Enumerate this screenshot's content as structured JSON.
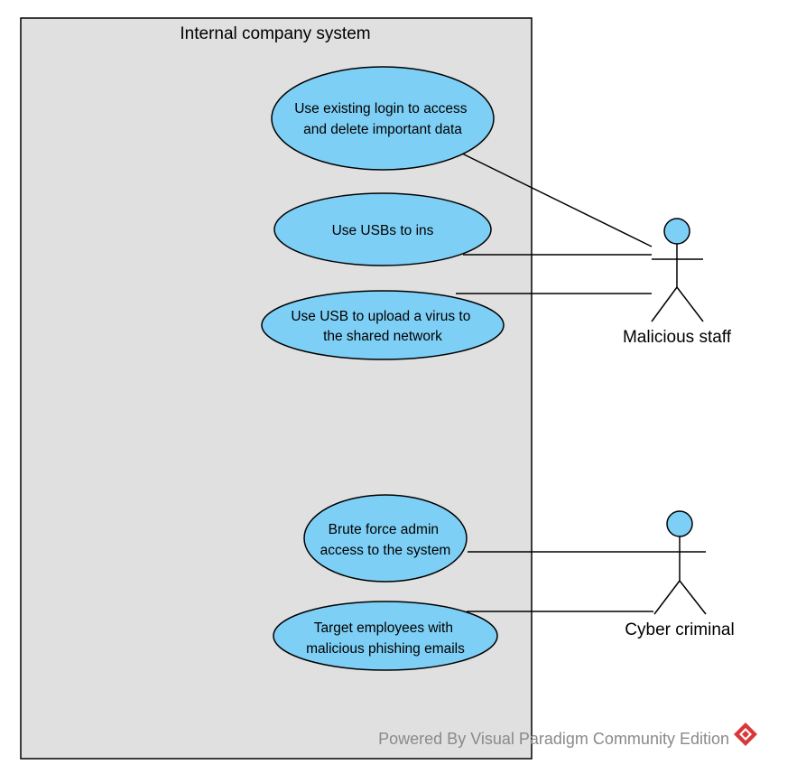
{
  "system": {
    "title": "Internal company system",
    "fill_color": "#e0e0e0"
  },
  "use_cases": [
    {
      "id": "uc1",
      "lines": [
        "Use existing login to access",
        "and delete important data"
      ]
    },
    {
      "id": "uc2",
      "lines": [
        "Use USBs to ins"
      ]
    },
    {
      "id": "uc3",
      "lines": [
        "Use USB to upload a virus to",
        "the shared network"
      ]
    },
    {
      "id": "uc4",
      "lines": [
        "Brute force admin",
        "access to the system"
      ]
    },
    {
      "id": "uc5",
      "lines": [
        "Target employees with",
        "malicious phishing emails"
      ]
    }
  ],
  "actors": [
    {
      "id": "actor-malicious-staff",
      "label": "Malicious staff"
    },
    {
      "id": "actor-cyber-criminal",
      "label": "Cyber criminal"
    }
  ],
  "associations": [
    {
      "actor": "actor-malicious-staff",
      "use_case": "uc1"
    },
    {
      "actor": "actor-malicious-staff",
      "use_case": "uc2"
    },
    {
      "actor": "actor-malicious-staff",
      "use_case": "uc3"
    },
    {
      "actor": "actor-cyber-criminal",
      "use_case": "uc4"
    },
    {
      "actor": "actor-cyber-criminal",
      "use_case": "uc5"
    }
  ],
  "watermark": {
    "text": "Powered By Visual Paradigm Community Edition",
    "logo_icon": "visual-paradigm-logo-icon",
    "logo_color": "#d9373a"
  },
  "colors": {
    "use_case_fill": "#7ecff5",
    "actor_head_fill": "#7ecff5",
    "line": "#000000"
  }
}
